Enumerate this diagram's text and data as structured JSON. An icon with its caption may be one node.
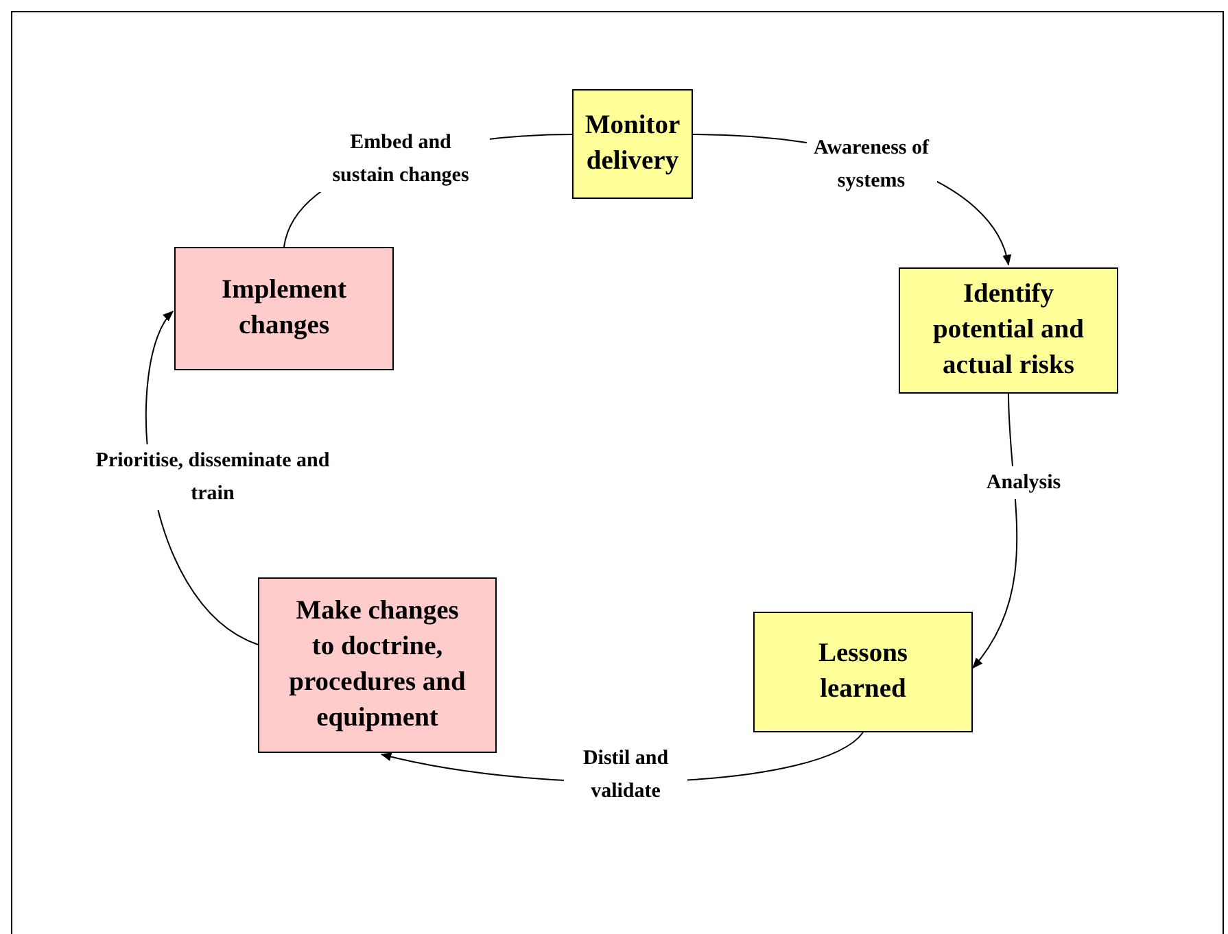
{
  "diagram": {
    "nodes": [
      {
        "text": [
          "Monitor delivery"
        ]
      },
      {
        "text": [
          "Identify potential and actual risks"
        ]
      },
      {
        "text": [
          "Lessons learned"
        ]
      },
      {
        "text": [
          "Make changes to doctrine, procedures and equipment"
        ]
      },
      {
        "text": [
          "Implement changes"
        ]
      }
    ],
    "edges": [
      {
        "from": 0,
        "to": 1,
        "arrow": "to",
        "label": "Awareness of systems"
      },
      {
        "from": 1,
        "to": 2,
        "arrow": "to",
        "label": "Analysis"
      },
      {
        "from": 2,
        "to": 3,
        "arrow": "to",
        "label": "Distil and validate"
      },
      {
        "from": 3,
        "to": 4,
        "arrow": "to",
        "label": "Prioritise, disseminate and train"
      },
      {
        "from": 4,
        "to": 0,
        "arrow": "none",
        "label": "Embed and sustain changes"
      }
    ]
  }
}
